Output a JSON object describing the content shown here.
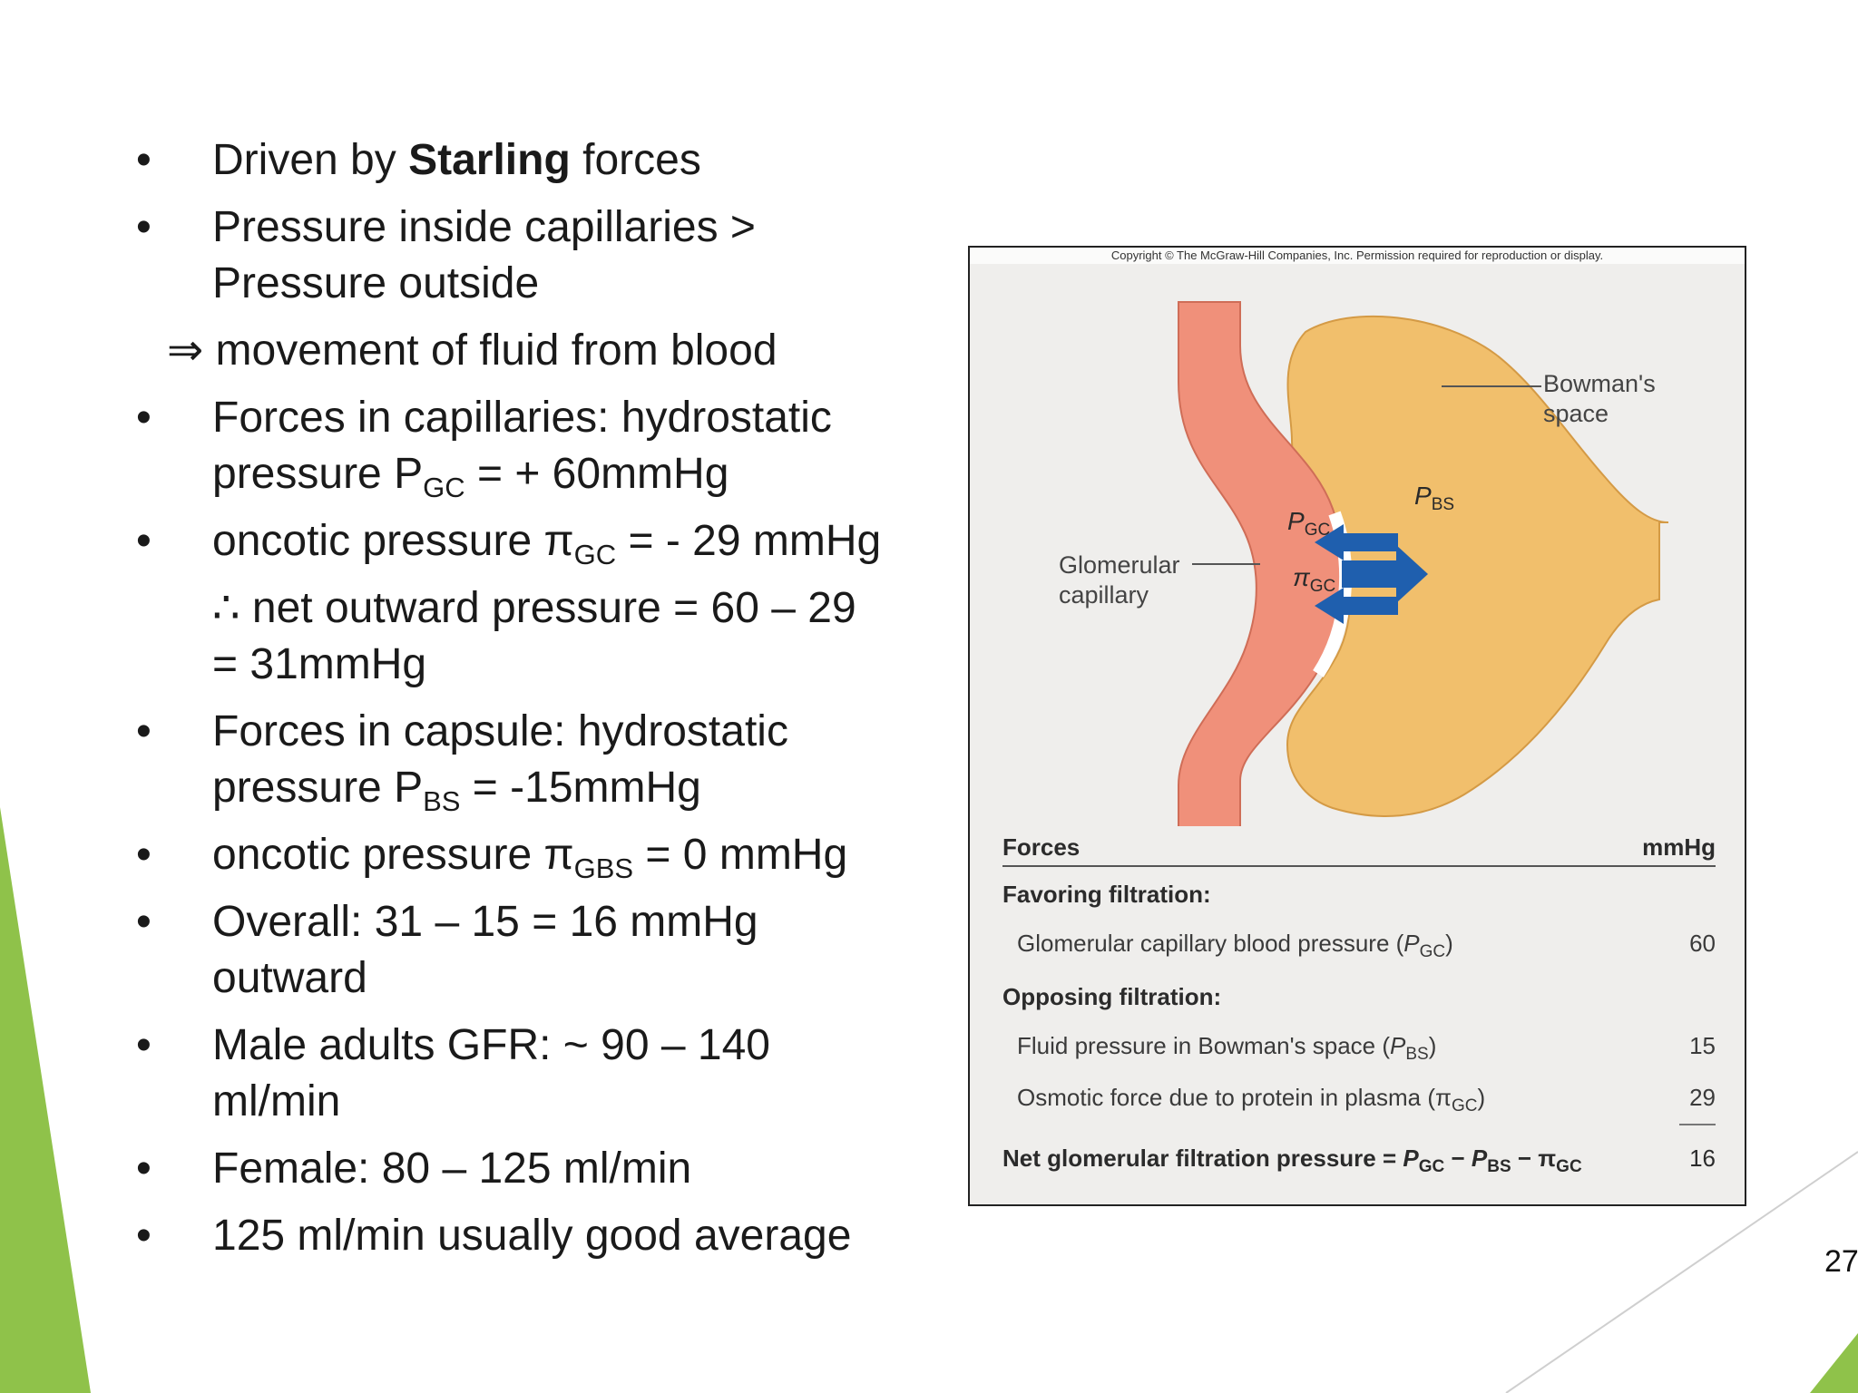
{
  "bullets": {
    "b1": {
      "pre": "Driven by ",
      "bold": "Starling",
      "post": " forces"
    },
    "b2a": "Pressure inside capillaries >",
    "b2b": "Pressure outside",
    "b3": "⇒ movement of fluid from blood",
    "b4a": "Forces in capillaries: hydrostatic",
    "b4b_pre": "pressure  P",
    "b4b_sub": "GC",
    "b4b_post": " = + 60mmHg",
    "b5_pre": "oncotic pressure π",
    "b5_sub": "GC",
    "b5_post": " = - 29 mmHg",
    "b6a": "∴ net outward pressure = 60 – 29",
    "b6b": "= 31mmHg",
    "b7a": "Forces in capsule: hydrostatic",
    "b7b_pre": "pressure P",
    "b7b_sub": "BS",
    "b7b_post": " = -15mmHg",
    "b8_pre": "oncotic pressure π",
    "b8_sub": "GBS",
    "b8_post": " = 0 mmHg",
    "b9a": "Overall: 31 – 15 = 16 mmHg",
    "b9b": "outward",
    "b10a": "Male adults GFR: ~ 90 – 140",
    "b10b": "ml/min",
    "b11": "Female: 80 – 125 ml/min",
    "b12": "125 ml/min usually good average",
    "bullet_char": "•"
  },
  "figure": {
    "copyright": "Copyright © The McGraw-Hill Companies, Inc. Permission required for reproduction or display.",
    "bowman_label_1": "Bowman's",
    "bowman_label_2": "space",
    "glom_label_1": "Glomerular",
    "glom_label_2": "capillary",
    "p_bs": "P",
    "p_bs_sub": "BS",
    "p_gc": "P",
    "p_gc_sub": "GC",
    "pi_gc": "π",
    "pi_gc_sub": "GC",
    "colors": {
      "capillary": "#f0907a",
      "bowman": "#f1bf6c",
      "arrows": "#1f5fae"
    }
  },
  "table": {
    "col_forces": "Forces",
    "col_unit": "mmHg",
    "favoring": "Favoring filtration:",
    "row1": {
      "label": "Glomerular capillary blood pressure (",
      "sym": "P",
      "sub": "GC",
      "close": ")",
      "value": "60"
    },
    "opposing": "Opposing filtration:",
    "row2": {
      "label": "Fluid pressure in Bowman's space (",
      "sym": "P",
      "sub": "BS",
      "close": ")",
      "value": "15"
    },
    "row3": {
      "label": "Osmotic force due to protein in plasma (",
      "sym": "π",
      "sub": "GC",
      "close": ")",
      "value": "29"
    },
    "net": {
      "label": "Net glomerular filtration pressure = ",
      "t1": "P",
      "t1s": "GC",
      "m1": " − ",
      "t2": "P",
      "t2s": "BS",
      "m2": " − ",
      "t3": "π",
      "t3s": "GC",
      "value": "16"
    }
  },
  "page_number": "27"
}
